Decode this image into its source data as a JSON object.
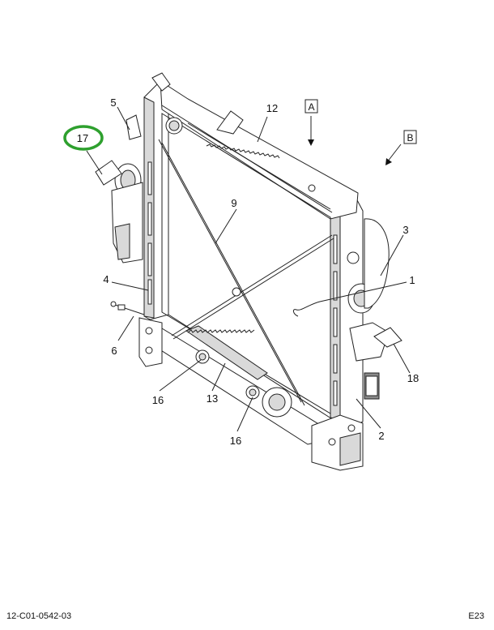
{
  "diagram": {
    "callouts": {
      "c1": "1",
      "c2": "2",
      "c3": "3",
      "c4": "4",
      "c5": "5",
      "c6": "6",
      "c9": "9",
      "c12": "12",
      "c13": "13",
      "c16a": "16",
      "c16b": "16",
      "c17": "17",
      "c18": "18"
    },
    "view_refs": {
      "a": "A",
      "b": "B"
    },
    "highlight_color": "#2ea02e"
  },
  "footer": {
    "drawing_number": "12-C01-0542-03",
    "page_ref": "E23"
  }
}
